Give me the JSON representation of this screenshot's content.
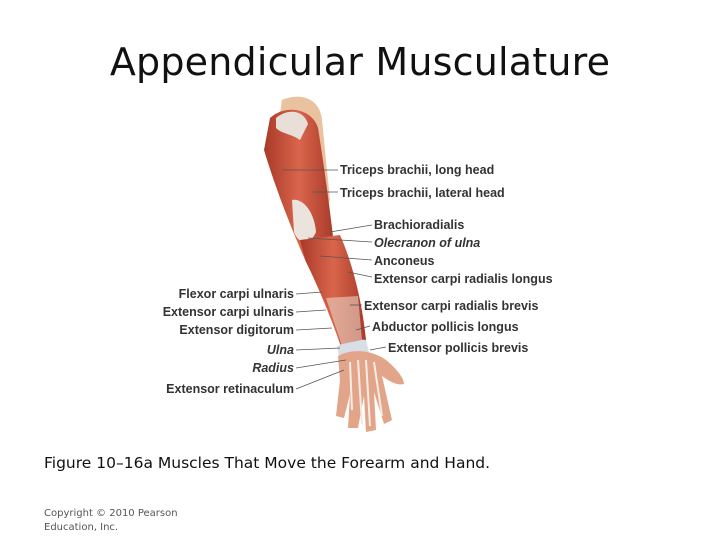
{
  "slide": {
    "title": "Appendicular Musculature",
    "caption": "Figure 10–16a Muscles That Move the Forearm and Hand.",
    "copyright": "Copyright © 2010 Pearson Education, Inc."
  },
  "figure": {
    "labels_right": [
      {
        "text": "Triceps brachii, long head",
        "italic": false
      },
      {
        "text": "Triceps brachii, lateral head",
        "italic": false
      },
      {
        "text": "Brachioradialis",
        "italic": false
      },
      {
        "text": "Olecranon of ulna",
        "italic": true
      },
      {
        "text": "Anconeus",
        "italic": false
      },
      {
        "text": "Extensor carpi radialis longus",
        "italic": false
      },
      {
        "text": "Extensor carpi radialis brevis",
        "italic": false
      },
      {
        "text": "Abductor pollicis longus",
        "italic": false
      },
      {
        "text": "Extensor pollicis brevis",
        "italic": false
      }
    ],
    "labels_left": [
      {
        "text": "Flexor carpi ulnaris",
        "italic": false
      },
      {
        "text": "Extensor carpi ulnaris",
        "italic": false
      },
      {
        "text": "Extensor digitorum",
        "italic": false
      },
      {
        "text": "Ulna",
        "italic": true
      },
      {
        "text": "Radius",
        "italic": true
      },
      {
        "text": "Extensor retinaculum",
        "italic": false
      }
    ],
    "colors": {
      "muscle": "#c8553f",
      "muscle_dark": "#9a3526",
      "tendon": "#e8e0d8",
      "skin": "#e9c2a0"
    }
  }
}
